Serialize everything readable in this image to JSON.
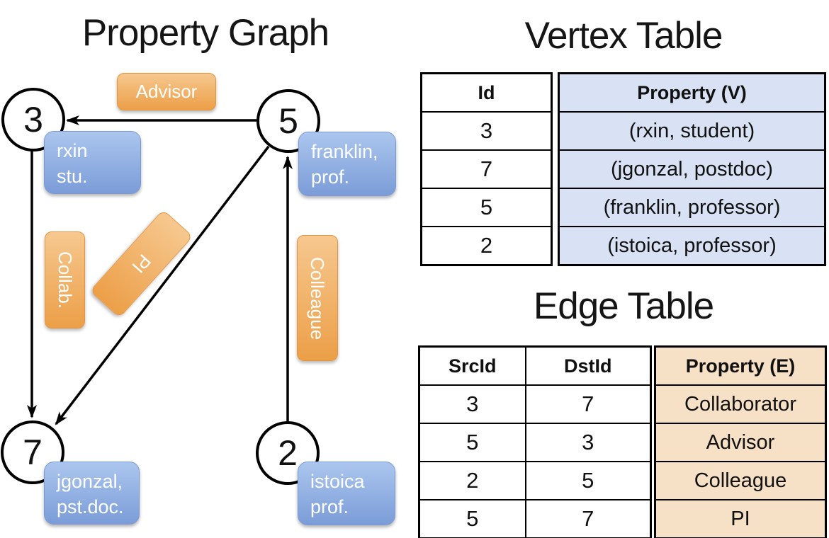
{
  "colors": {
    "line_color": "#000000",
    "vertex_accent": "#d9e2f4",
    "edge_accent": "#f6e0c6",
    "blue_top": "#abc6ee",
    "blue_bottom": "#7b9cd8",
    "orange_top": "#f6c88f",
    "orange_bottom": "#ec9f48"
  },
  "graph": {
    "title": "Property Graph",
    "nodes": [
      {
        "id": "3",
        "property": "rxin\nstu."
      },
      {
        "id": "5",
        "property": "franklin,\nprof."
      },
      {
        "id": "7",
        "property": "jgonzal,\npst.doc."
      },
      {
        "id": "2",
        "property": "istoica\nprof."
      }
    ],
    "edge_labels": {
      "advisor": "Advisor",
      "collab": "Collab.",
      "pi": "PI",
      "colleague": "Colleague"
    }
  },
  "vertex_table": {
    "title": "Vertex Table",
    "id_header": "Id",
    "property_header": "Property (V)",
    "rows": [
      {
        "id": "3",
        "property": "(rxin, student)"
      },
      {
        "id": "7",
        "property": "(jgonzal, postdoc)"
      },
      {
        "id": "5",
        "property": "(franklin, professor)"
      },
      {
        "id": "2",
        "property": "(istoica, professor)"
      }
    ]
  },
  "edge_table": {
    "title": "Edge Table",
    "src_header": "SrcId",
    "dst_header": "DstId",
    "property_header": "Property (E)",
    "rows": [
      {
        "src": "3",
        "dst": "7",
        "property": "Collaborator"
      },
      {
        "src": "5",
        "dst": "3",
        "property": "Advisor"
      },
      {
        "src": "2",
        "dst": "5",
        "property": "Colleague"
      },
      {
        "src": "5",
        "dst": "7",
        "property": "PI"
      }
    ]
  }
}
